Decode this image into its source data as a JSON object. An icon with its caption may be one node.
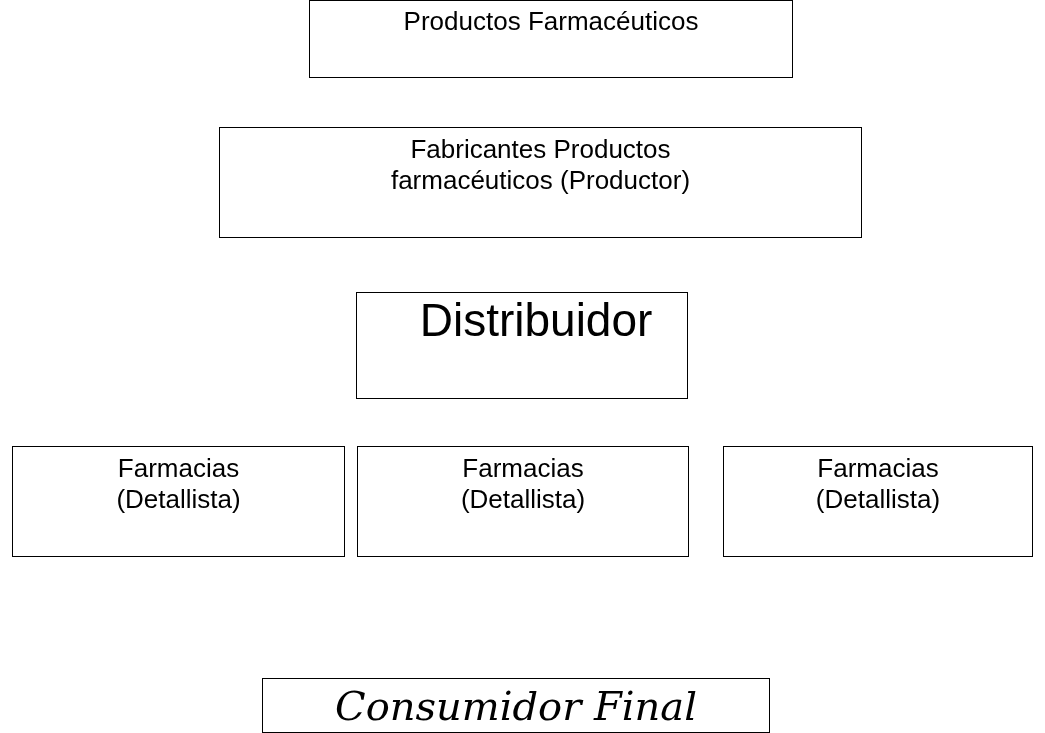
{
  "diagram": {
    "nodes": [
      {
        "text": [
          "Productos Farmacéuticos"
        ]
      },
      {
        "text": [
          "Fabricantes Productos farmacéuticos (Productor)"
        ]
      },
      {
        "text": [
          "Distribuidor"
        ]
      },
      {
        "text": [
          "Farmacias (Detallista)"
        ]
      },
      {
        "text": [
          "Farmacias (Detallista)"
        ]
      },
      {
        "text": [
          "Farmacias (Detallista)"
        ]
      },
      {
        "text": [
          "Consumidor Final"
        ]
      }
    ]
  }
}
